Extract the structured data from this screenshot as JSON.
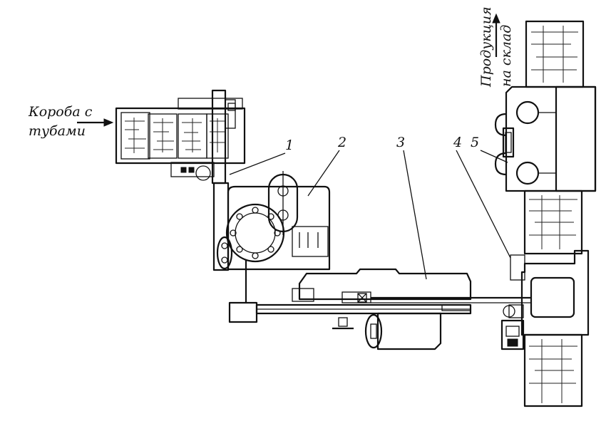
{
  "labels": {
    "input_line1": "Короба с",
    "input_line2": "тубами",
    "output_line1": "Продукция",
    "output_line2": "на склад"
  },
  "callouts": [
    "1",
    "2",
    "3",
    "4",
    "5"
  ]
}
